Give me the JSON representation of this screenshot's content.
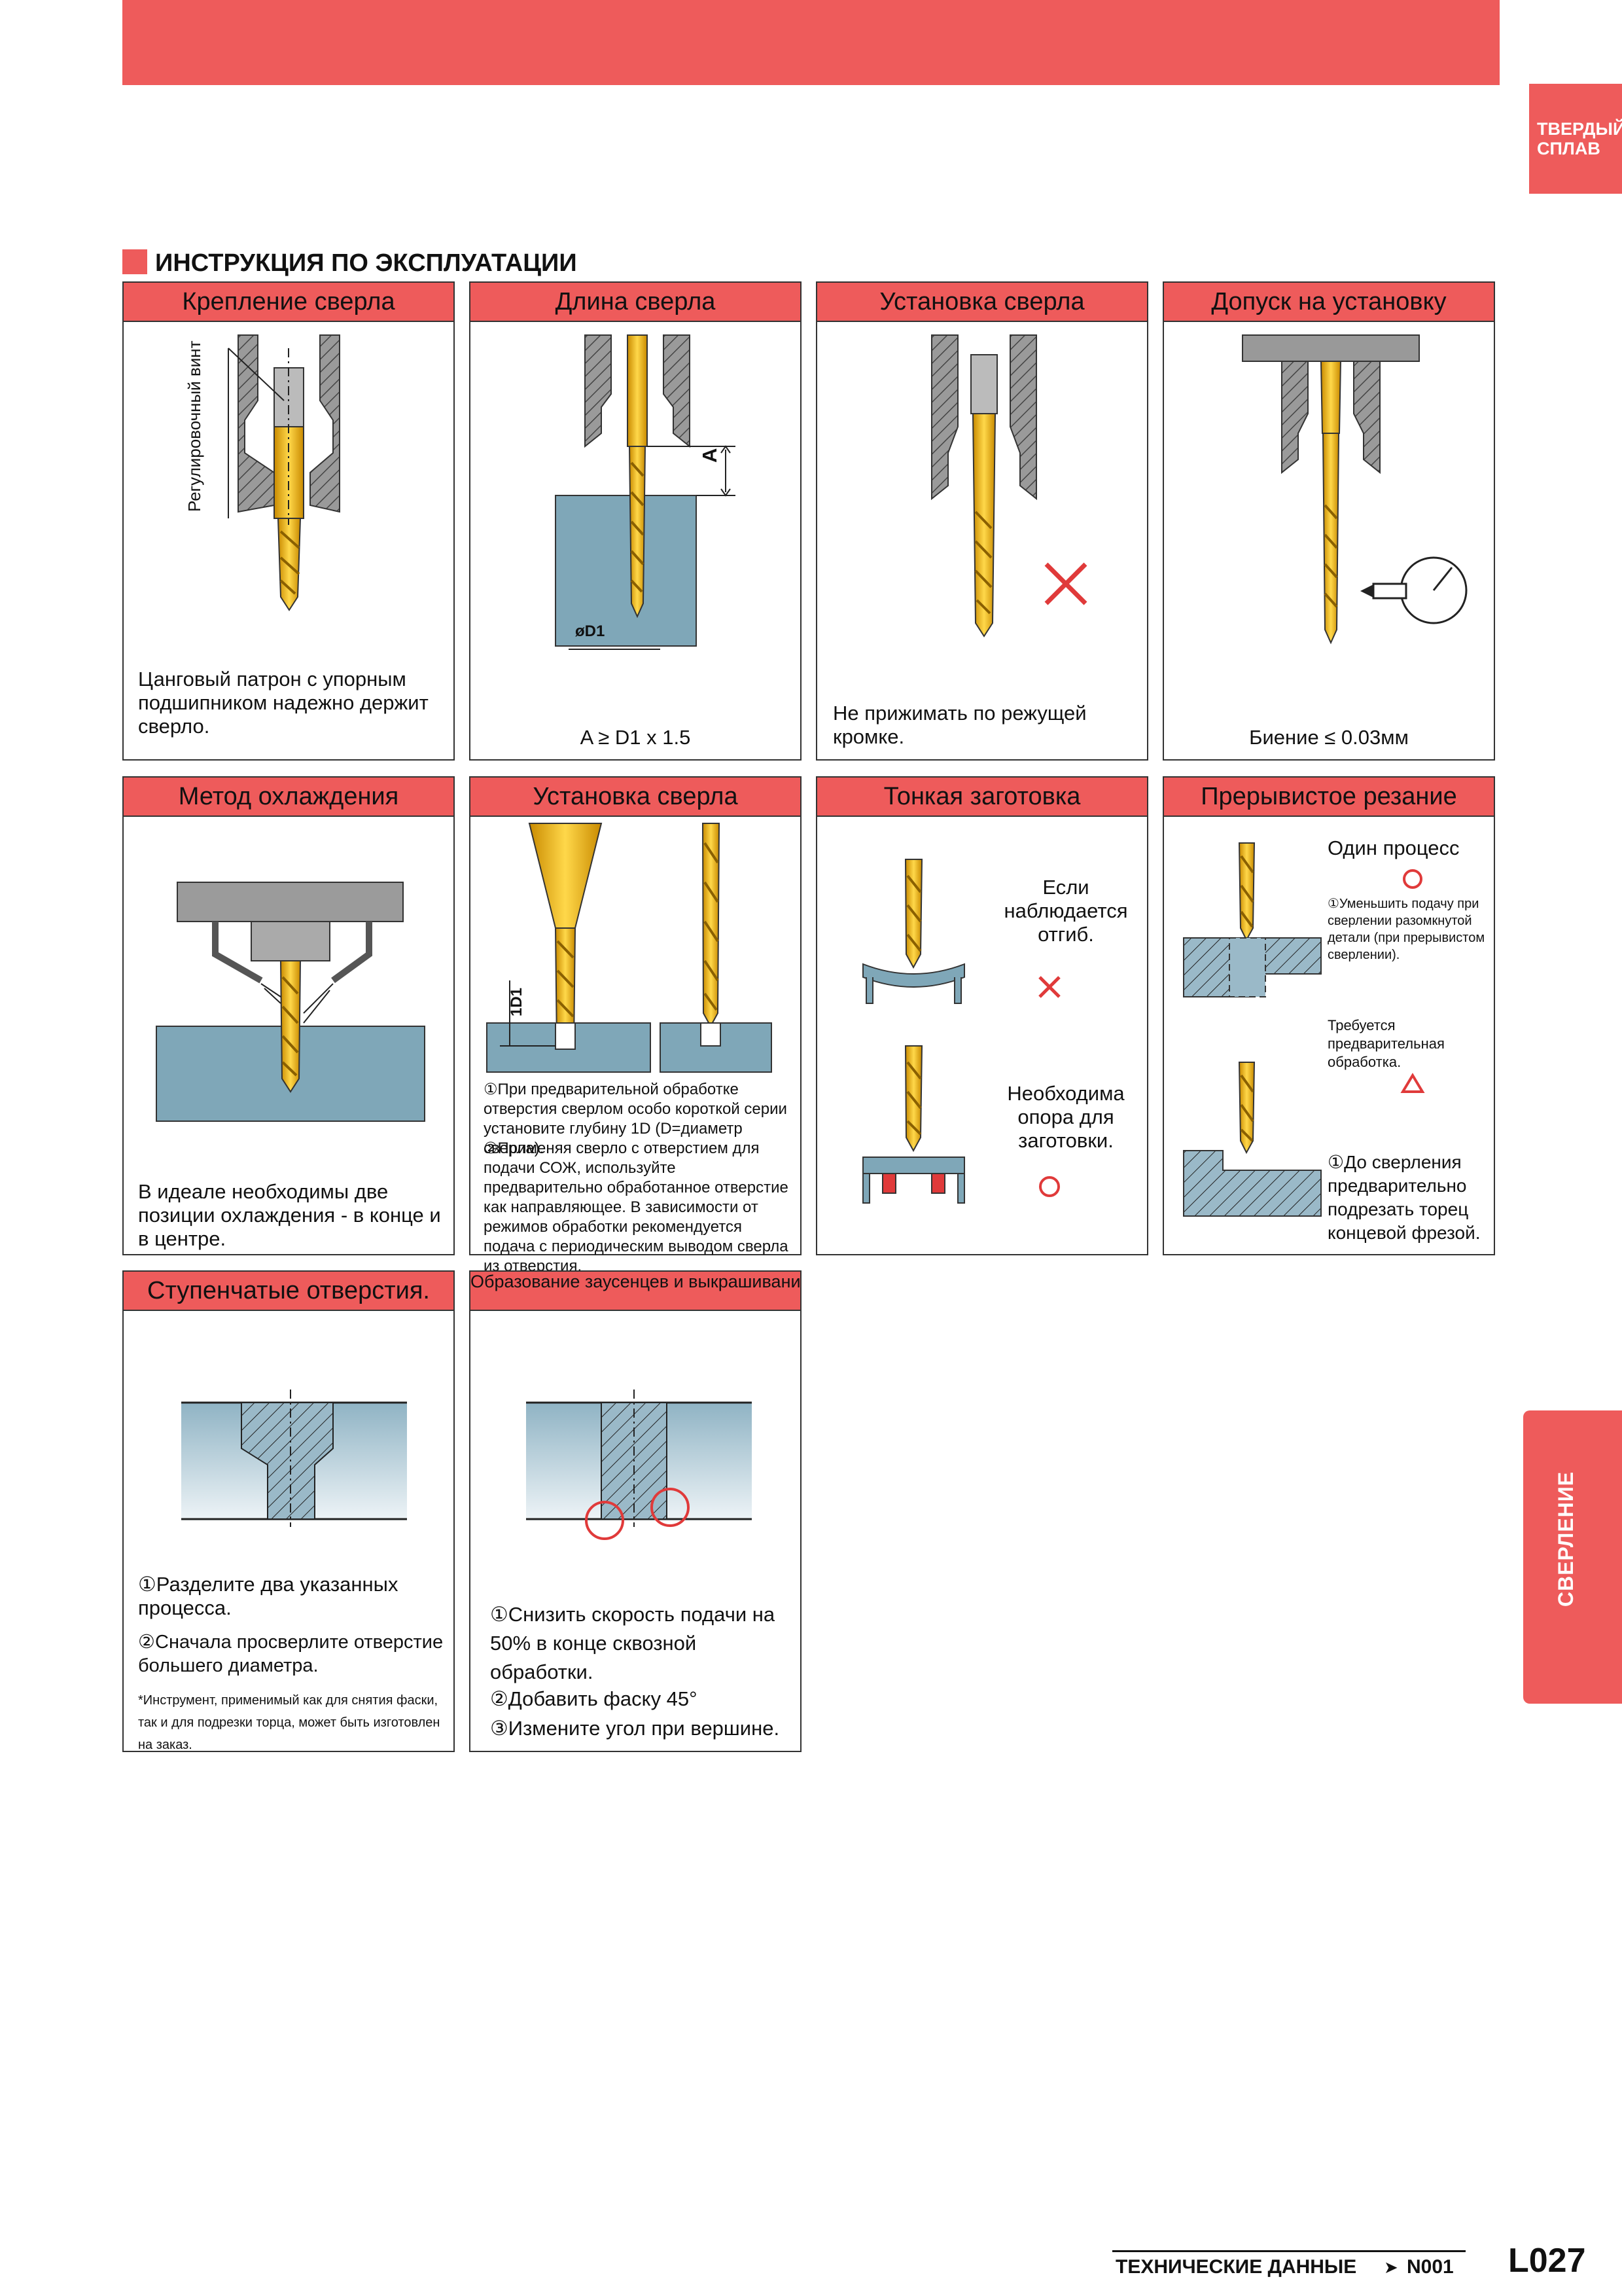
{
  "side_tab_top": {
    "line1": "ТВЕРДЫЙ",
    "line2": "СПЛАВ"
  },
  "side_tab_mid": "СВЕРЛЕНИЕ",
  "section_title": "ИНСТРУКЦИЯ ПО ЭКСПЛУАТАЦИИ",
  "panels": [
    {
      "title": "Крепление сверла",
      "label": "Регулировочный винт",
      "text": "Цанговый патрон с упорным подшипником надежно держит сверло."
    },
    {
      "title": "Длина сверла",
      "dim_a": "A",
      "dim_d": "øD1",
      "formula": "A ≥ D1 x 1.5"
    },
    {
      "title": "Установка сверла",
      "text": "Не прижимать по режущей кромке."
    },
    {
      "title": "Допуск на установку",
      "text": "Биение ≤ 0.03мм"
    },
    {
      "title": "Метод охлаждения",
      "text": "В идеале необходимы две позиции охлаждения - в конце и в центре."
    },
    {
      "title": "Установка сверла",
      "dim_d": "1D1",
      "note1": "①При предварительной обработке отверстия сверлом особо короткой серии установите глубину 1D (D=диаметр сверла).",
      "note2": "②Применяя сверло с отверстием для подачи СОЖ, используйте предварительно обработанное отверстие как направляющее. В зависимости от режимов обработки рекомендуется подача с периодическим выводом сверла из отверстия."
    },
    {
      "title": "Тонкая заготовка",
      "text1": "Если наблюдается отгиб.",
      "text2": "Необходима опора для заготовки."
    },
    {
      "title": "Прерывистое резание",
      "head": "Один процесс",
      "note1": "①Уменьшить подачу при сверлении разомкнутой детали (при прерывистом сверлении).",
      "mid": "Требуется предварительная обработка.",
      "note2": "①До сверления предварительно подрезать торец концевой фрезой."
    },
    {
      "title": "Ступенчатые отверстия.",
      "n1": "①Разделите два указанных процесса.",
      "n2": "②Сначала просверлите отверстие большего диаметра.",
      "n3": "*Инструмент, применимый как для снятия фаски, так и для подрезки торца, может быть изготовлен на заказ."
    },
    {
      "title": "Образование заусенцев и выкрашивание заготовки.",
      "n1": "①Снизить скорость подачи на 50% в конце сквозной обработки.",
      "n2": "②Добавить фаску 45°",
      "n3": "③Измените угол при вершине."
    }
  ],
  "footer": {
    "label": "ТЕХНИЧЕСКИЕ ДАННЫЕ",
    "ref": "N001",
    "page": "L027"
  },
  "colors": {
    "accent": "#ee5b5b",
    "drill": "#f2b705",
    "workpiece": "#7fa7b8",
    "holder": "#8a8a8a"
  }
}
